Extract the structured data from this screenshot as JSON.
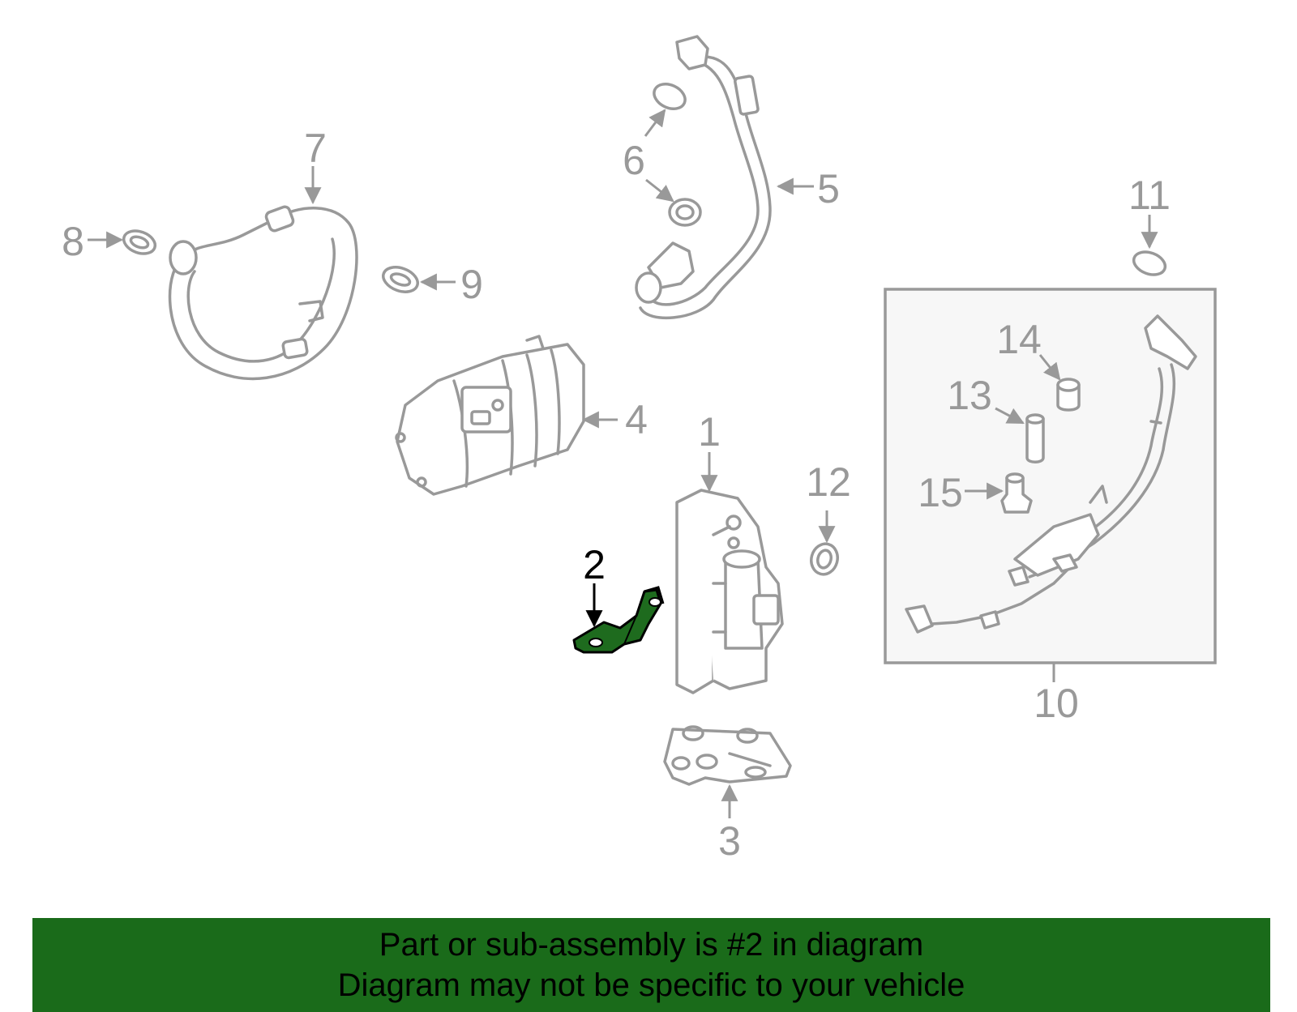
{
  "diagram": {
    "callouts": {
      "c1": "1",
      "c2": "2",
      "c3": "3",
      "c4": "4",
      "c5": "5",
      "c6": "6",
      "c7": "7",
      "c8": "8",
      "c9": "9",
      "c10": "10",
      "c11": "11",
      "c12": "12",
      "c13": "13",
      "c14": "14",
      "c15": "15"
    },
    "highlighted_part": "2",
    "colors": {
      "line_gray": "#999999",
      "highlight_green": "#1e6b1e",
      "banner_green": "#1a6b1a"
    }
  },
  "banner": {
    "line1": "Part or sub-assembly is #2 in diagram",
    "line2": "Diagram may not be specific to your vehicle"
  }
}
